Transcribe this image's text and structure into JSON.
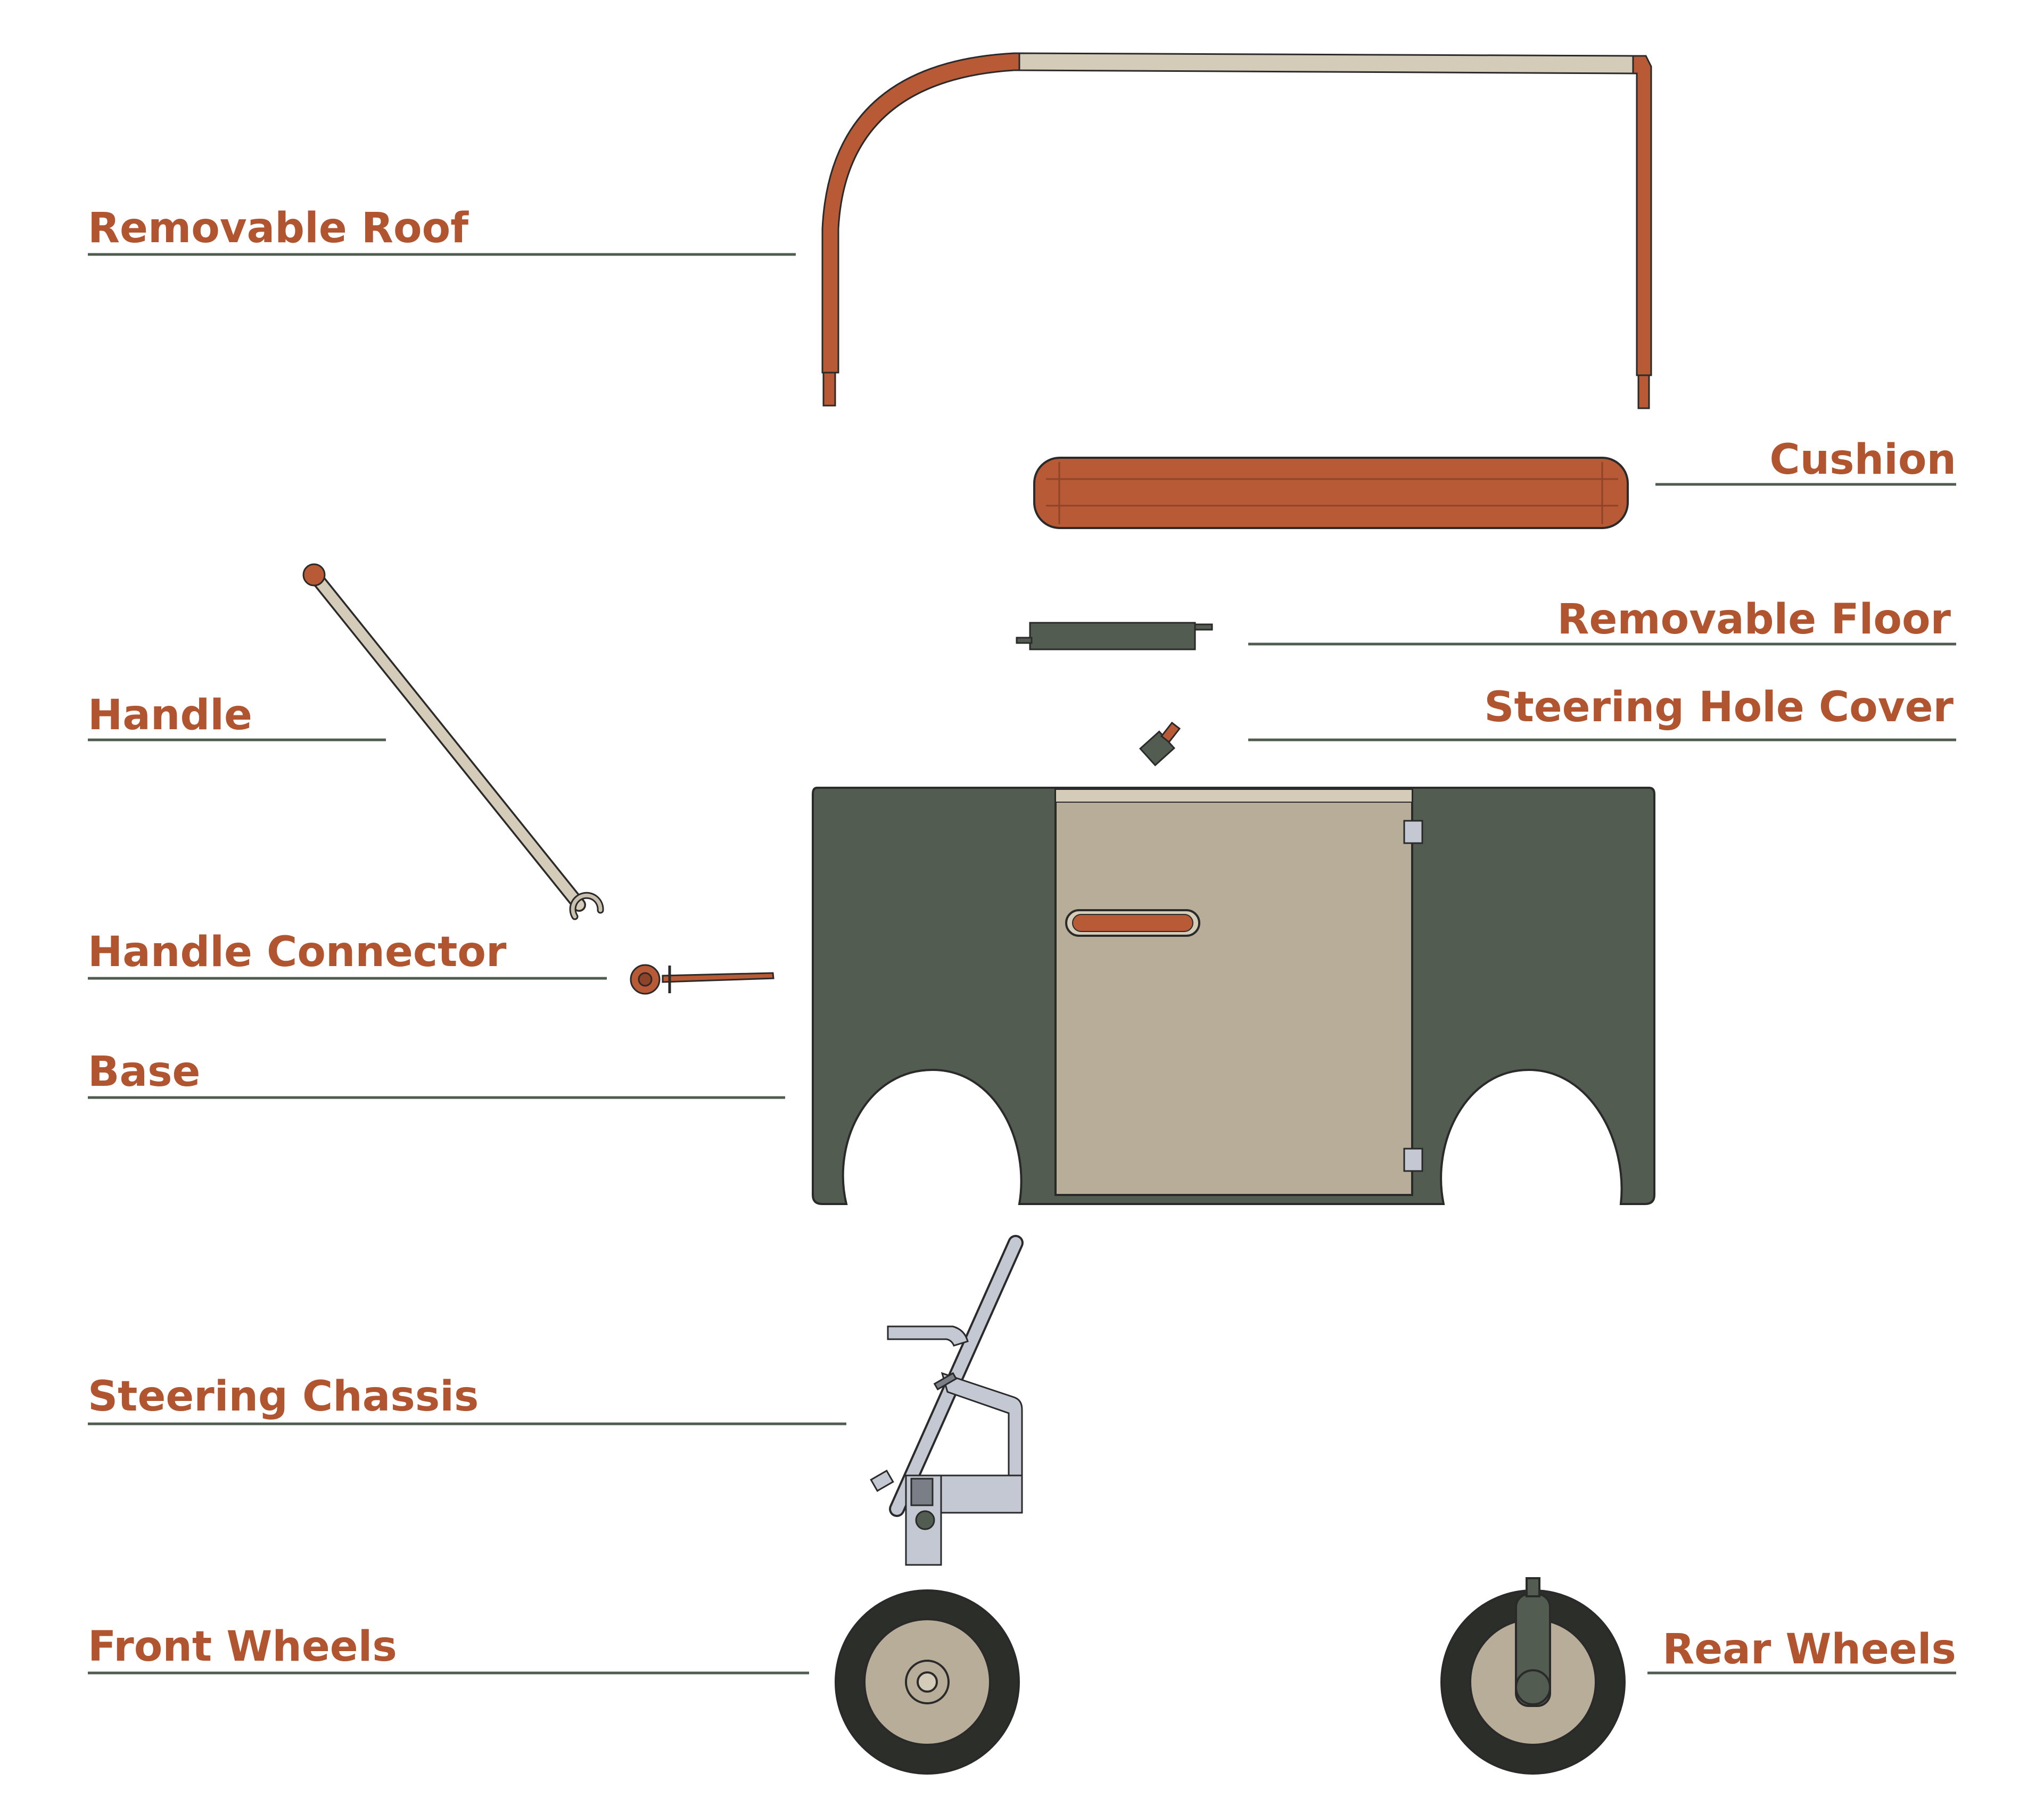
{
  "labels": {
    "removable_roof": "Removable Roof",
    "cushion": "Cushion",
    "removable_floor": "Removable Floor",
    "handle": "Handle",
    "steering_hole_cover": "Steering Hole Cover",
    "handle_connector": "Handle Connector",
    "base": "Base",
    "steering_chassis": "Steering Chassis",
    "front_wheels": "Front Wheels",
    "rear_wheels": "Rear Wheels"
  },
  "colors": {
    "label_text": "#b05530",
    "leader_line": "#505c50",
    "rust": "#b85a36",
    "rust_dark": "#8e4428",
    "beige": "#b8ad98",
    "beige_light": "#d4cbb8",
    "dark_green": "#525c50",
    "steel": "#c3c8d2",
    "tire": "#2c2e2a",
    "outline": "#2a2a2a"
  }
}
